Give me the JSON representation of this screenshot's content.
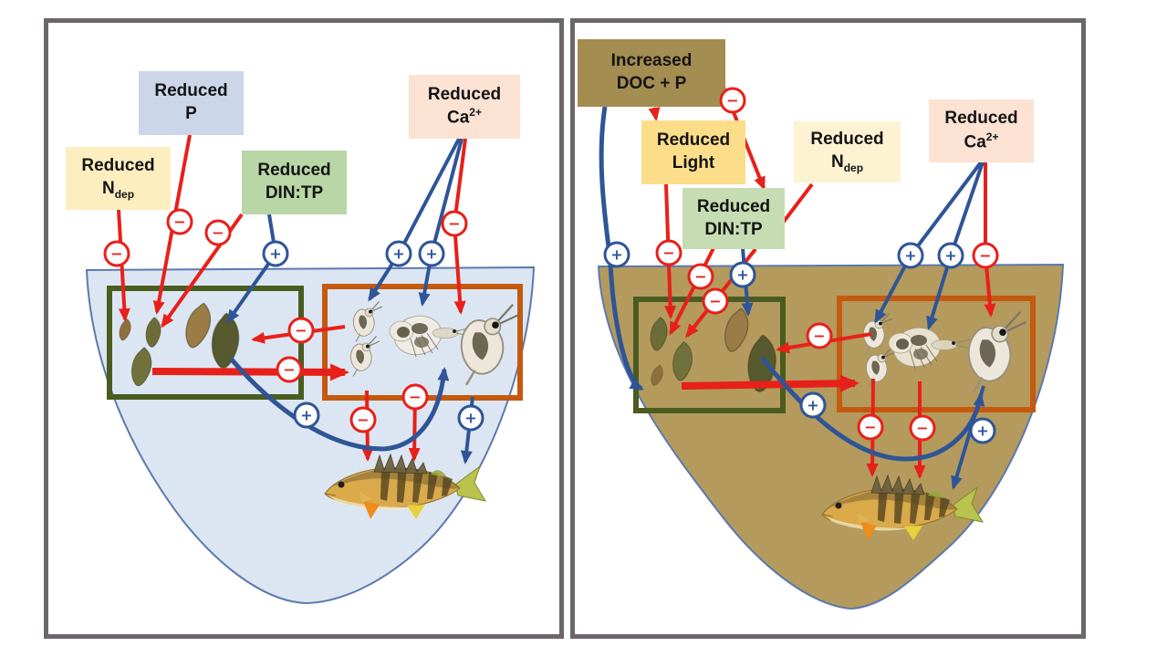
{
  "symbols": {
    "plus": "+",
    "minus": "−"
  },
  "colors": {
    "red": "#e8201a",
    "blue": "#2f5597",
    "panel_border": "#6b666b",
    "lake_left": "#dce6f2",
    "lake_right": "#b49a5c",
    "lake_edge": "#5b79ae",
    "green_box": "#4a5c20",
    "orange_box": "#c4590f",
    "box_doc": "#a48d51",
    "box_light": "#fbdd8a",
    "box_ndep": "#fdeec0",
    "box_ndep_r": "#fdf3d2",
    "box_p": "#ccd6e9",
    "box_dintp": "#b9d6a6",
    "box_dintp_r": "#c6dcb2",
    "box_ca": "#fbe2d3"
  },
  "panels": {
    "left": {
      "boxes": {
        "ndep": {
          "line1": "Reduced",
          "base": "N",
          "sub": "dep"
        },
        "p": {
          "line1": "Reduced",
          "base": "P"
        },
        "dintp": {
          "line1": "Reduced",
          "base": "DIN:TP"
        },
        "ca": {
          "line1": "Reduced",
          "base": "Ca",
          "sup": "2+"
        }
      }
    },
    "right": {
      "boxes": {
        "doc": {
          "line1": "Increased",
          "base": "DOC + P"
        },
        "light": {
          "line1": "Reduced",
          "base": "Light"
        },
        "dintp": {
          "line1": "Reduced",
          "base": "DIN:TP"
        },
        "ndep": {
          "line1": "Reduced",
          "base": "N",
          "sub": "dep"
        },
        "ca": {
          "line1": "Reduced",
          "base": "Ca",
          "sup": "2+"
        }
      }
    }
  }
}
